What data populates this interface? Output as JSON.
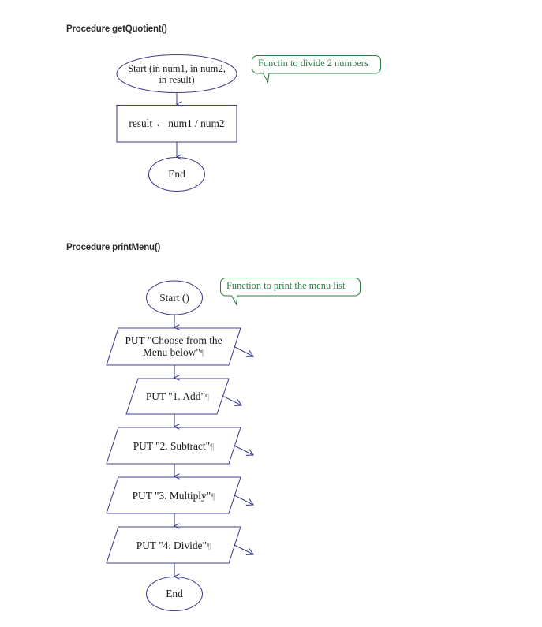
{
  "page": {
    "background": "#ffffff",
    "stroke_color": "#3f3f8f",
    "callout_color": "#2e7d43",
    "text_color": "#1a1a1a",
    "heading_color": "#2b2b2b",
    "pilcrow_glyph": "¶"
  },
  "sections": [
    {
      "heading": "Procedure getQuotient()",
      "callout": "Functin to divide 2 numbers",
      "nodes": [
        {
          "type": "terminator",
          "label": "Start (in num1, in num2,\nin result)"
        },
        {
          "type": "process",
          "label": "result ← num1  /  num2"
        },
        {
          "type": "terminator",
          "label": "End"
        }
      ]
    },
    {
      "heading": "Procedure printMenu()",
      "callout": "Function to print the menu list",
      "nodes": [
        {
          "type": "terminator",
          "label": "Start ()"
        },
        {
          "type": "io",
          "label": "PUT \"Choose from the\nMenu below\""
        },
        {
          "type": "io",
          "label": "PUT \"1. Add\""
        },
        {
          "type": "io",
          "label": "PUT \"2. Subtract\""
        },
        {
          "type": "io",
          "label": "PUT \"3. Multiply\""
        },
        {
          "type": "io",
          "label": "PUT \"4. Divide\""
        },
        {
          "type": "terminator",
          "label": "End"
        }
      ]
    }
  ]
}
